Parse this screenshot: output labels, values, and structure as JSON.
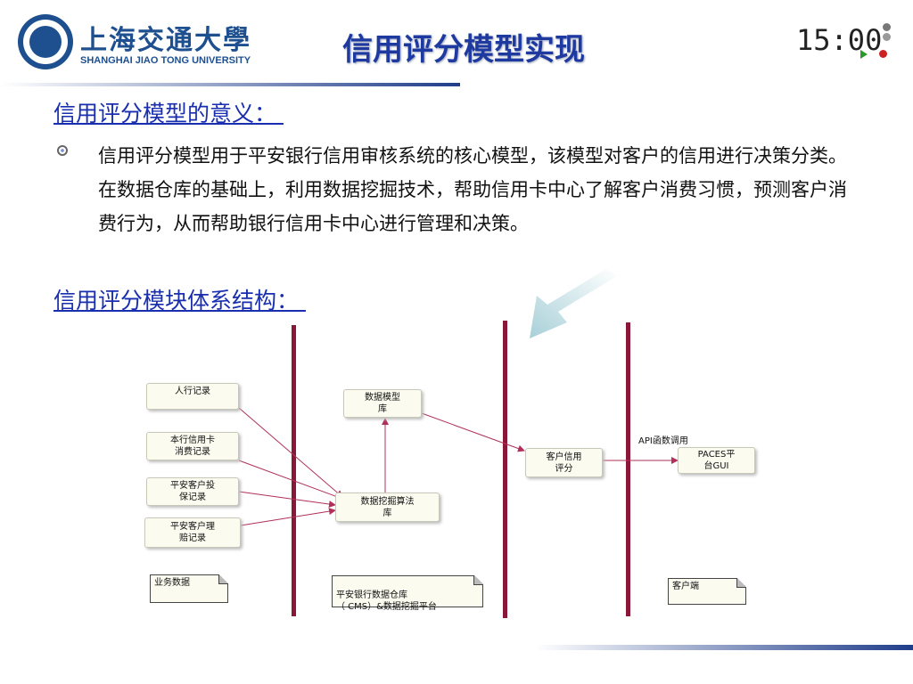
{
  "header": {
    "logo_cn": "上海交通大學",
    "logo_en": "SHANGHAI JIAO TONG UNIVERSITY",
    "title": "信用评分模型实现",
    "clock": "15:00"
  },
  "section1": {
    "heading": "信用评分模型的意义： ",
    "bullet": "信用评分模型用于平安银行信用审核系统的核心模型，该模型对客户的信用进行决策分类。在数据仓库的基础上，利用数据挖掘技术，帮助信用卡中心了解客户消费习惯，预测客户消费行为，从而帮助银行信用卡中心进行管理和决策。"
  },
  "section2": {
    "heading": "信用评分模块体系结构： "
  },
  "diagram": {
    "sources": [
      "人行记录",
      "本行信用卡\n消费记录",
      "平安客户投\n保记录",
      "平安客户理\n赔记录"
    ],
    "model_lib": "数据模型\n库",
    "mining_lib": "数据挖掘算法\n库",
    "credit_score": "客户信用\n评分",
    "paces": "PACES平\n台GUI",
    "api_label": "API函数调用",
    "notes": {
      "business": "业务数据",
      "warehouse": "平安银行数据仓库\n（ CMS）&数据挖掘平台",
      "client": "客户端"
    }
  },
  "colors": {
    "heading": "#1a2fb0",
    "pillar": "#8a1738",
    "arrow": "#b0305a",
    "brand": "#1e4f8f"
  }
}
